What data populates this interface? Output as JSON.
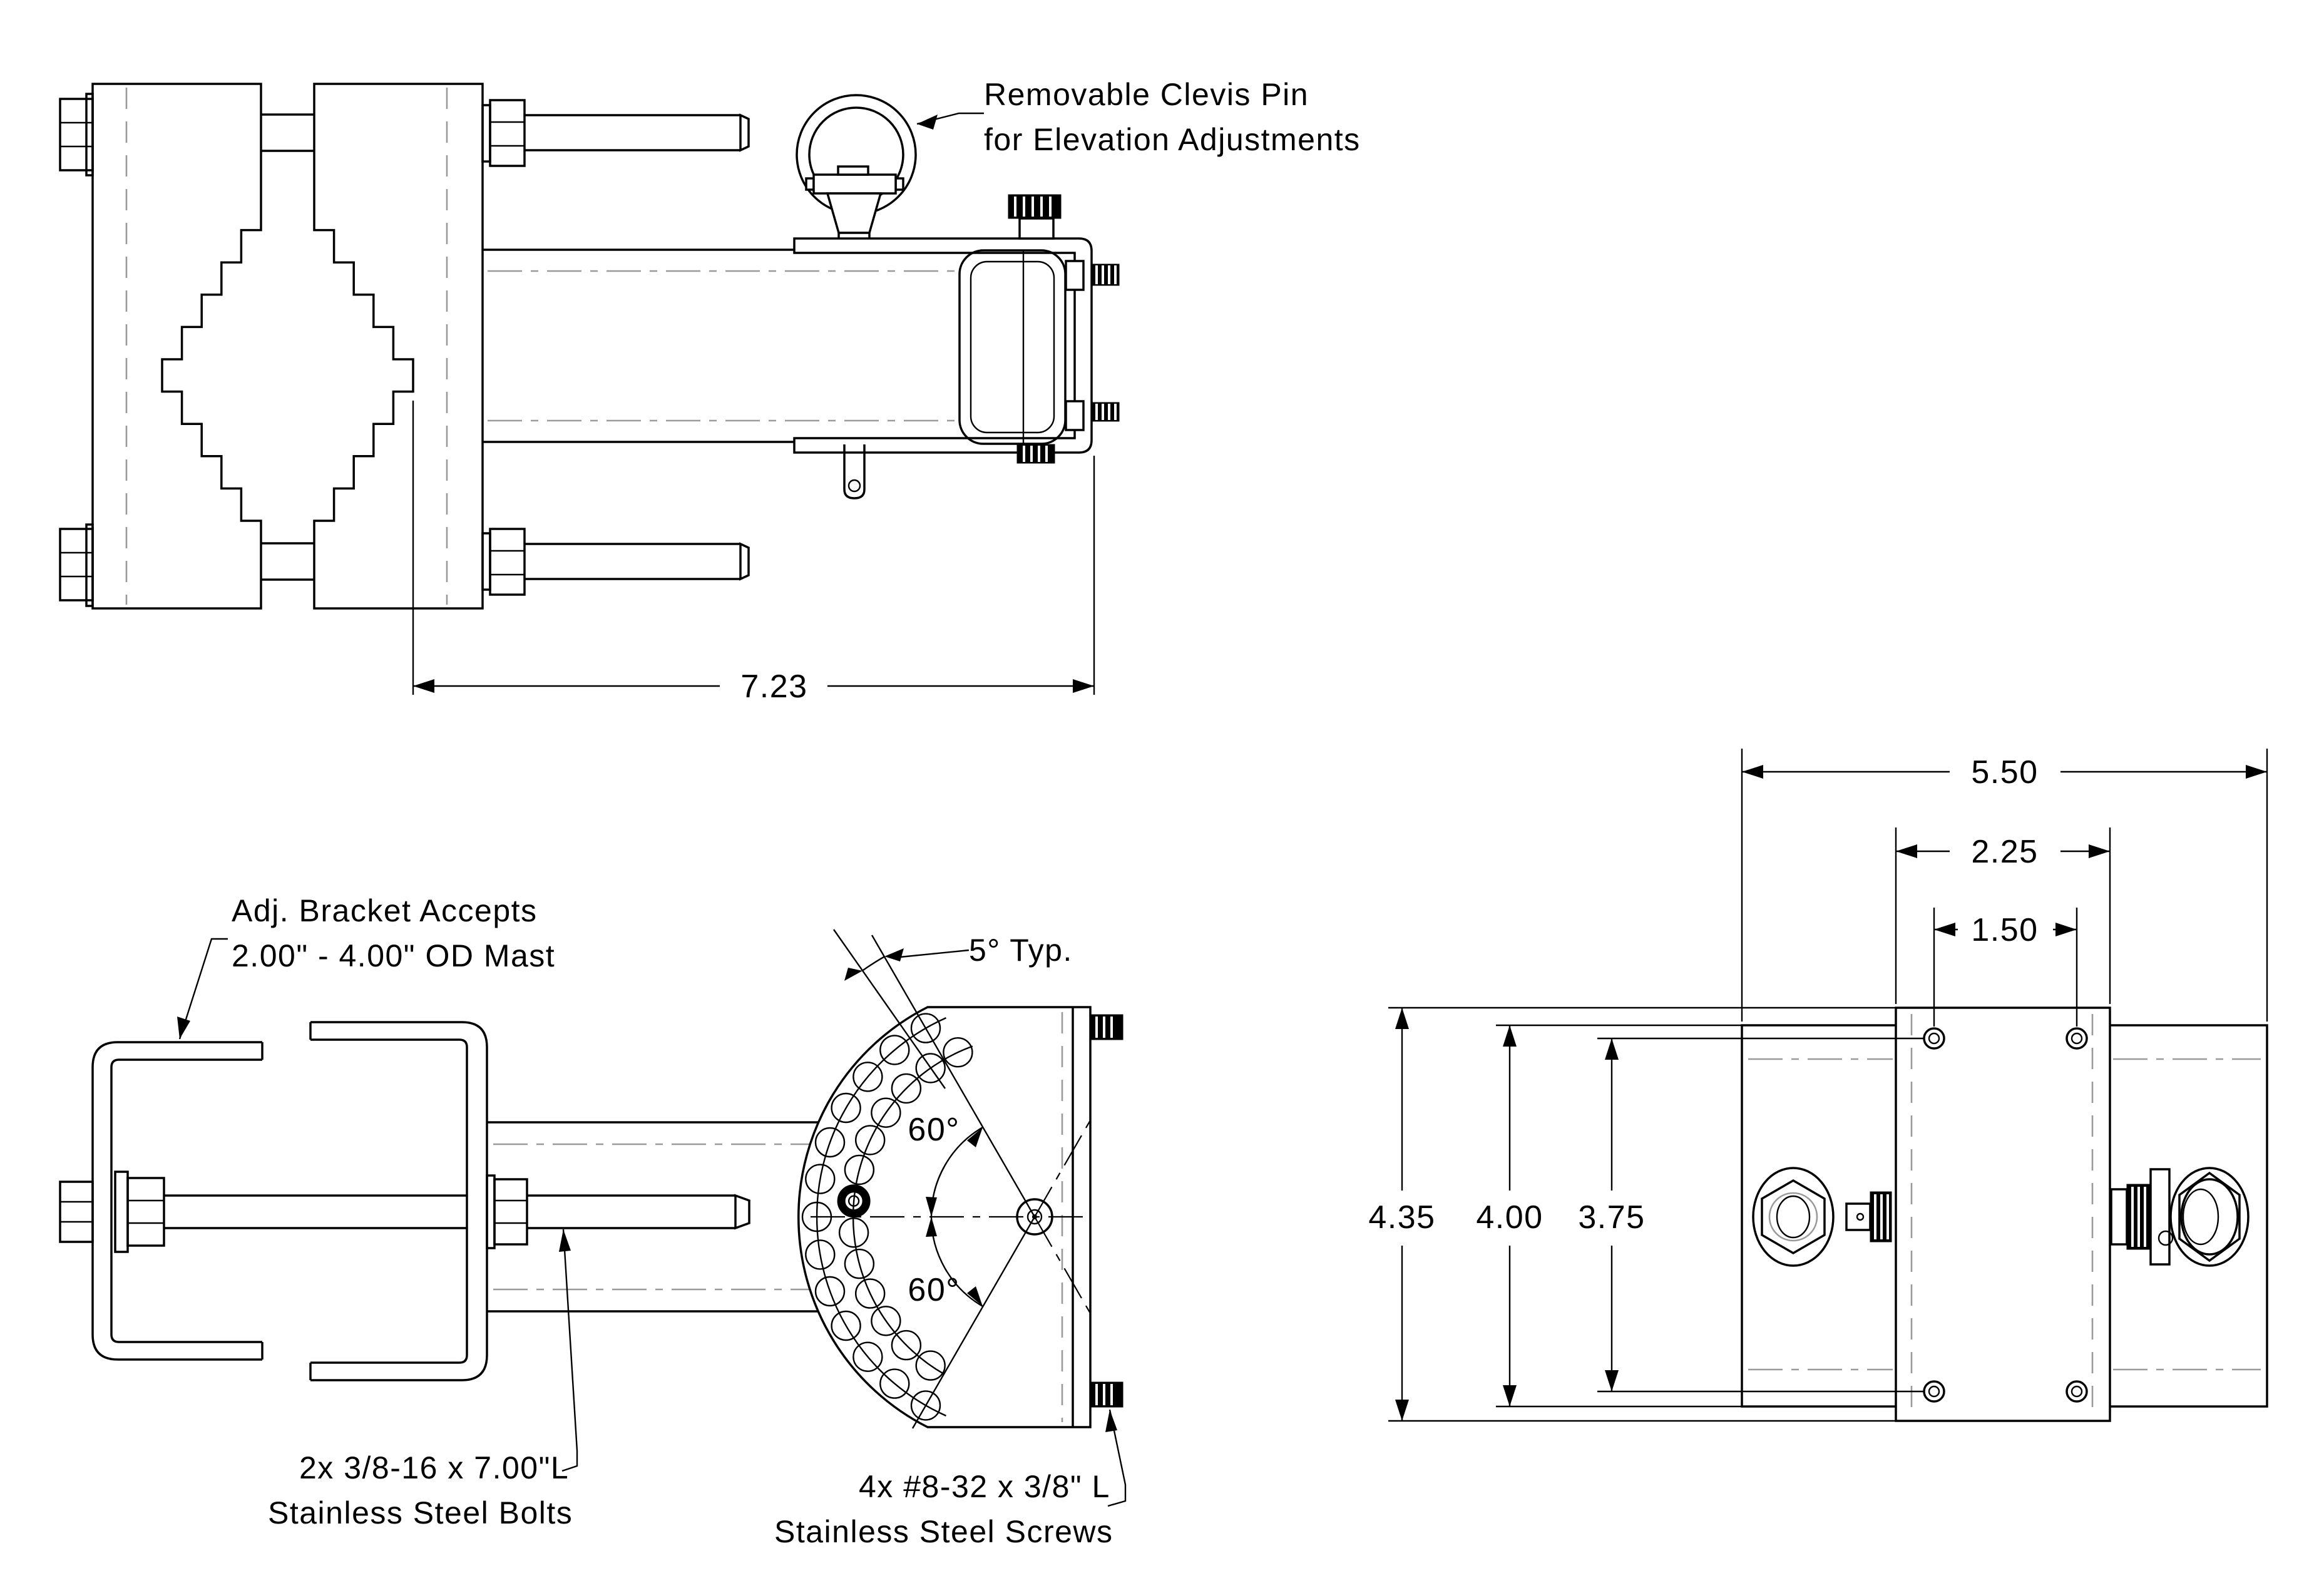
{
  "colors": {
    "line": "#000000",
    "secondary": "#9a9a9a",
    "background": "#ffffff"
  },
  "annotations": {
    "clevis_note": {
      "line1": "Removable Clevis Pin",
      "line2": "for Elevation Adjustments"
    },
    "mast_note": {
      "line1": "Adj. Bracket Accepts",
      "line2": "2.00\" - 4.00\" OD Mast"
    },
    "bolts_note": {
      "line1": "2x 3/8-16 x 7.00\"L",
      "line2": "Stainless Steel Bolts"
    },
    "screws_note": {
      "line1": "4x #8-32 x 3/8\" L",
      "line2": "Stainless Steel Screws"
    }
  },
  "angles": {
    "typ": "5° Typ.",
    "upper": "60°",
    "lower": "60°"
  },
  "dimensions": {
    "boom_length": "7.23",
    "overall_width": "5.50",
    "plate_width": "2.25",
    "hole_spacing_width": "1.50",
    "overall_height": "4.35",
    "tube_height": "4.00",
    "hole_spacing_height": "3.75"
  }
}
